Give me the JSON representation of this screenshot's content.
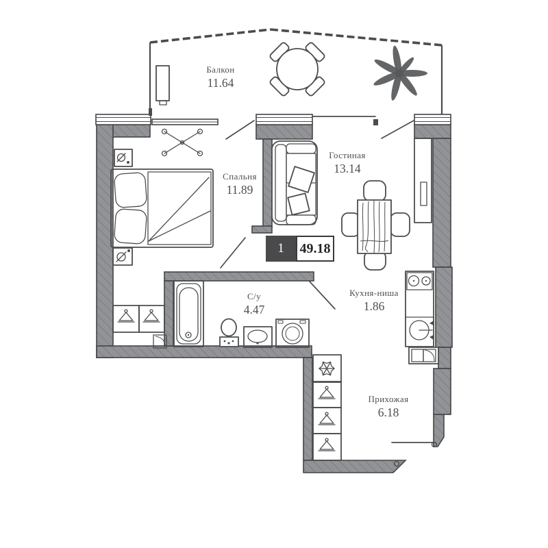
{
  "plan": {
    "title": "apartment-floor-plan",
    "unit_badge": {
      "rooms": "1",
      "total_area": "49.18"
    },
    "rooms": [
      {
        "id": "balcony",
        "label": "Балкон",
        "area": "11.64"
      },
      {
        "id": "bedroom",
        "label": "Спальня",
        "area": "11.89"
      },
      {
        "id": "living",
        "label": "Гостиная",
        "area": "13.14"
      },
      {
        "id": "bathroom",
        "label": "С/у",
        "area": "4.47"
      },
      {
        "id": "kitchen",
        "label": "Кухня-ниша",
        "area": "1.86"
      },
      {
        "id": "hallway",
        "label": "Прихожая",
        "area": "6.18"
      }
    ],
    "furniture_icons": [
      "round-table-icon",
      "chair-icon",
      "plant-icon",
      "bench-icon",
      "ceiling-light-icon",
      "nightstand-lamp-icon",
      "double-bed-icon",
      "wardrobe-hanger-icon",
      "bathtub-icon",
      "toilet-icon",
      "sink-vanity-icon",
      "washing-machine-icon",
      "sofa-icon",
      "dining-table-icon",
      "tv-cabinet-icon",
      "stove-icon",
      "kitchen-sink-icon",
      "fridge-snowflake-icon",
      "entrance-door-icon"
    ]
  },
  "colors": {
    "line": "#4b4c4e",
    "line-strong": "#434446",
    "wall-fill": "#919396",
    "hatch": "#6e7073",
    "text": "#4f4e50",
    "badge-dark": "#4a4a4c",
    "badge-num": "#242426",
    "paper": "#ffffff"
  }
}
